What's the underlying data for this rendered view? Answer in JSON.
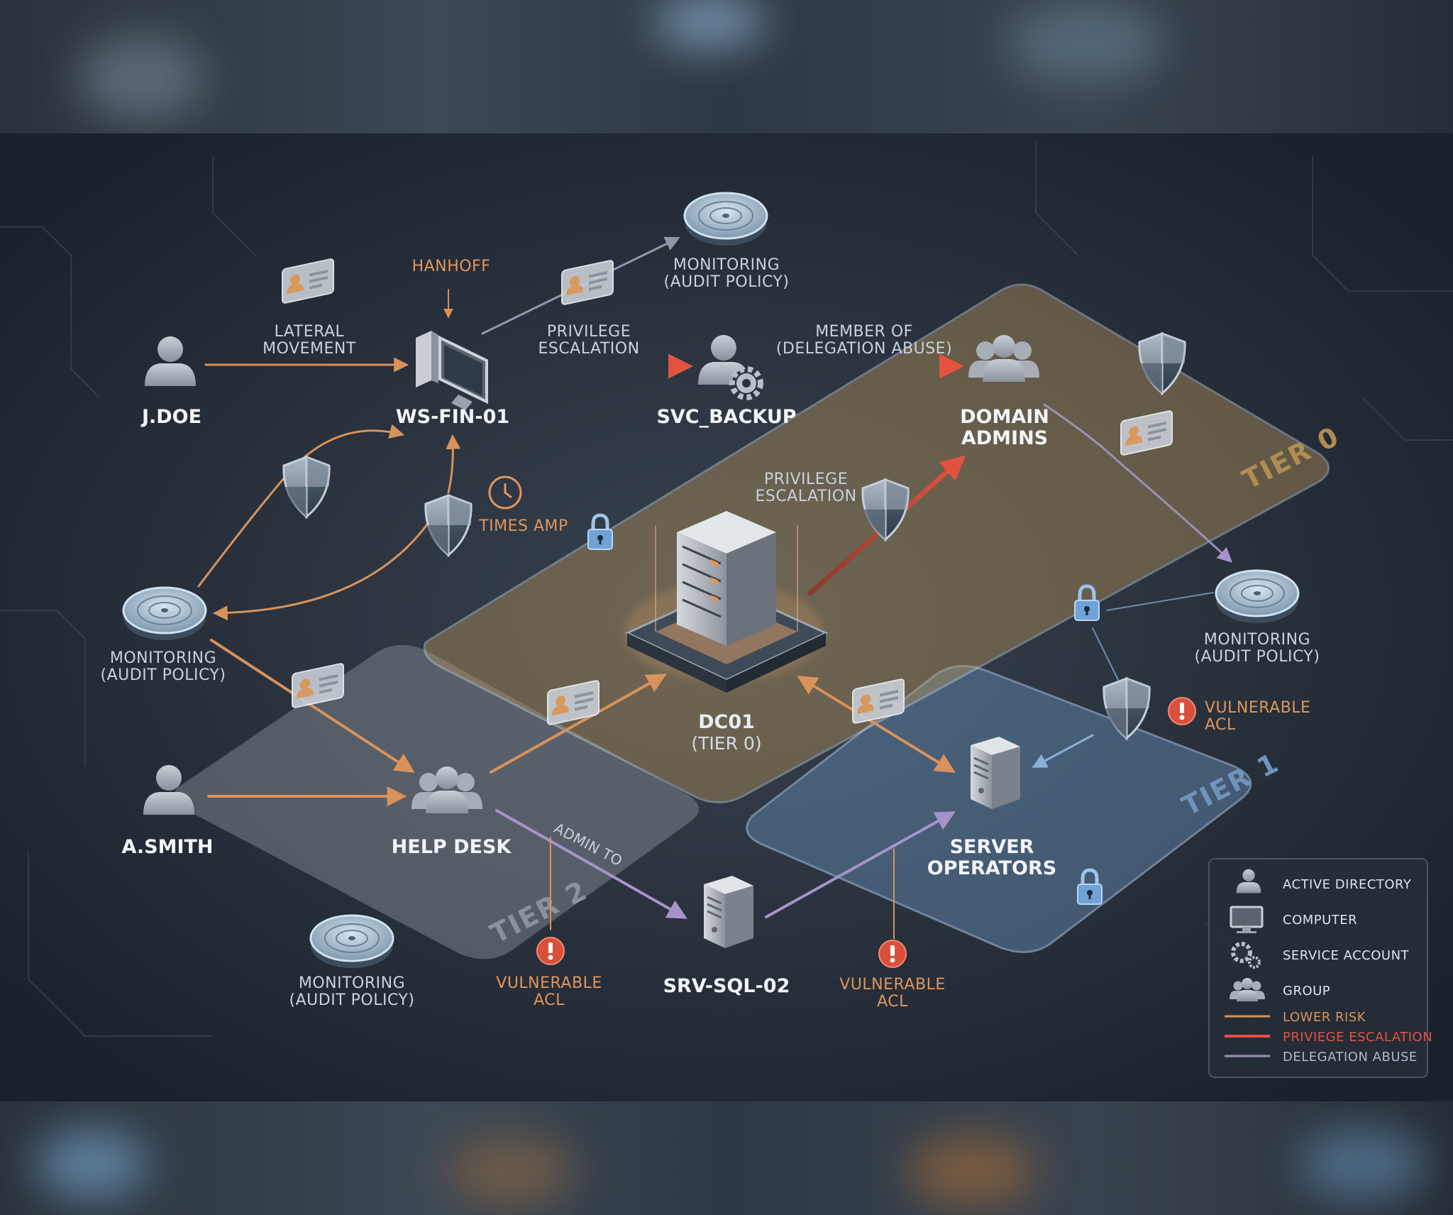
{
  "nodes": {
    "jdoe": "J.DOE",
    "wsfin": "WS-FIN-01",
    "svcbackup": "SVC_BACKUP",
    "domainadmins_1": "DOMAIN",
    "domainadmins_2": "ADMINS",
    "dc01": "DC01",
    "dc01_sub": "(TIER 0)",
    "asmith": "A.SMITH",
    "helpdesk": "HELP DESK",
    "srvsql": "SRV-SQL-02",
    "serverops_1": "SERVER",
    "serverops_2": "OPERATORS"
  },
  "edges": {
    "lateral_1": "LATERAL",
    "lateral_2": "MOVEMENT",
    "handoff": "HANHOFF",
    "privesc_1": "PRIVILEGE",
    "privesc_2": "ESCALATION",
    "member_1": "MEMBER OF",
    "member_2": "(DELEGATION ABUSE)",
    "privesc_mid_1": "PRIVILEGE",
    "privesc_mid_2": "ESCALATION",
    "timestamp": "TIMES AMP",
    "admin_to": "ADMIN TO"
  },
  "monitoring": {
    "line1": "MONITORING",
    "line2": "(AUDIT POLICY)"
  },
  "vulnerable": {
    "line1": "VULNERABLE",
    "line2": "ACL"
  },
  "tiers": {
    "tier0": "TIER 0",
    "tier1": "TIER 1",
    "tier2": "TIER 2"
  },
  "legend": {
    "active_directory": "ACTIVE DIRECTORY",
    "computer": "COMPUTER",
    "service_account": "SERVICE ACCOUNT",
    "group": "GROUP",
    "lower_risk": "LOWER RISK",
    "privilege_escalation": "PRIVIEGE ESCALATION",
    "delegation_abuse": "DELEGATION ABUSE"
  },
  "colors": {
    "lower_risk": "#d9925a",
    "privilege_escalation": "#e2533f",
    "delegation_abuse": "#9b8fb8",
    "tier0": "#b8965a",
    "tier1": "#5d7fa3",
    "tier2": "#7a818b"
  }
}
